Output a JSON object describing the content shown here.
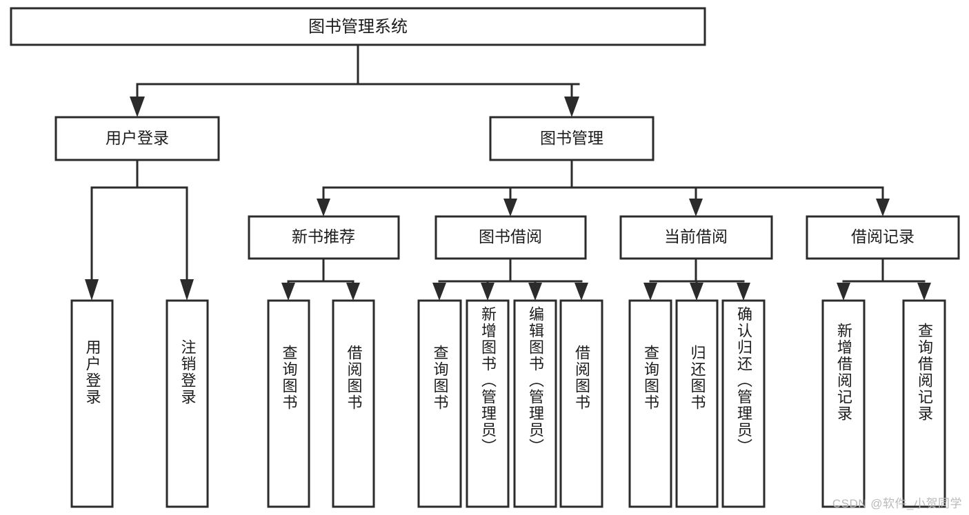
{
  "diagram": {
    "type": "tree",
    "title": "图书管理系统",
    "watermark": "CSDN @软件_小贺同学",
    "colors": {
      "stroke": "#2b2b2b",
      "fill": "#ffffff",
      "text": "#1c1c1c",
      "watermark": "#b9b9b9"
    },
    "root": {
      "id": "root",
      "label": "图书管理系统"
    },
    "level2": [
      {
        "id": "user-login",
        "label": "用户登录"
      },
      {
        "id": "book-manage",
        "label": "图书管理"
      }
    ],
    "level3": [
      {
        "id": "new-book-rec",
        "label": "新书推荐",
        "parent": "book-manage"
      },
      {
        "id": "book-borrow",
        "label": "图书借阅",
        "parent": "book-manage"
      },
      {
        "id": "current-borrow",
        "label": "当前借阅",
        "parent": "book-manage"
      },
      {
        "id": "borrow-record",
        "label": "借阅记录",
        "parent": "book-manage"
      }
    ],
    "leaves": [
      {
        "id": "leaf-user-login",
        "label": "用户登录",
        "parent": "user-login"
      },
      {
        "id": "leaf-user-logout",
        "label": "注销登录",
        "parent": "user-login"
      },
      {
        "id": "leaf-rec-query",
        "label": "查询图书",
        "parent": "new-book-rec"
      },
      {
        "id": "leaf-rec-borrow",
        "label": "借阅图书",
        "parent": "new-book-rec"
      },
      {
        "id": "leaf-borrow-query",
        "label": "查询图书",
        "parent": "book-borrow"
      },
      {
        "id": "leaf-borrow-add",
        "label": "新增图书（管理员）",
        "parent": "book-borrow"
      },
      {
        "id": "leaf-borrow-edit",
        "label": "编辑图书（管理员）",
        "parent": "book-borrow"
      },
      {
        "id": "leaf-borrow-lend",
        "label": "借阅图书",
        "parent": "book-borrow"
      },
      {
        "id": "leaf-cur-query",
        "label": "查询图书",
        "parent": "current-borrow"
      },
      {
        "id": "leaf-cur-return",
        "label": "归还图书",
        "parent": "current-borrow"
      },
      {
        "id": "leaf-cur-confirm",
        "label": "确认归还（管理员）",
        "parent": "current-borrow"
      },
      {
        "id": "leaf-rec-add",
        "label": "新增借阅记录",
        "parent": "borrow-record"
      },
      {
        "id": "leaf-rec-query2",
        "label": "查询借阅记录",
        "parent": "borrow-record"
      }
    ]
  }
}
